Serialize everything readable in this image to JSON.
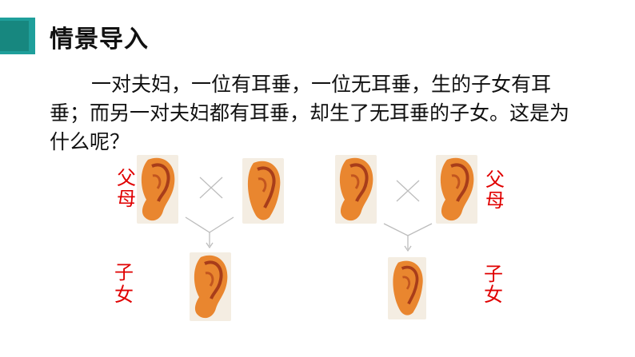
{
  "header": {
    "title": "情景导入"
  },
  "intro": {
    "text": "一对夫妇，一位有耳垂，一位无耳垂，生的子女有耳垂；而另一对夫妇都有耳垂，却生了无耳垂的子女。这是为什么呢？"
  },
  "left_group": {
    "parents_label": [
      "父",
      "母"
    ],
    "child_label": [
      "子",
      "女"
    ],
    "cross_symbol": "×"
  },
  "right_group": {
    "parents_label": [
      "父",
      "母"
    ],
    "child_label": [
      "子",
      "女"
    ],
    "cross_symbol": "×"
  },
  "colors": {
    "accent": "#1f9f9b",
    "label": "#e00000",
    "ear": "#e9862f"
  }
}
